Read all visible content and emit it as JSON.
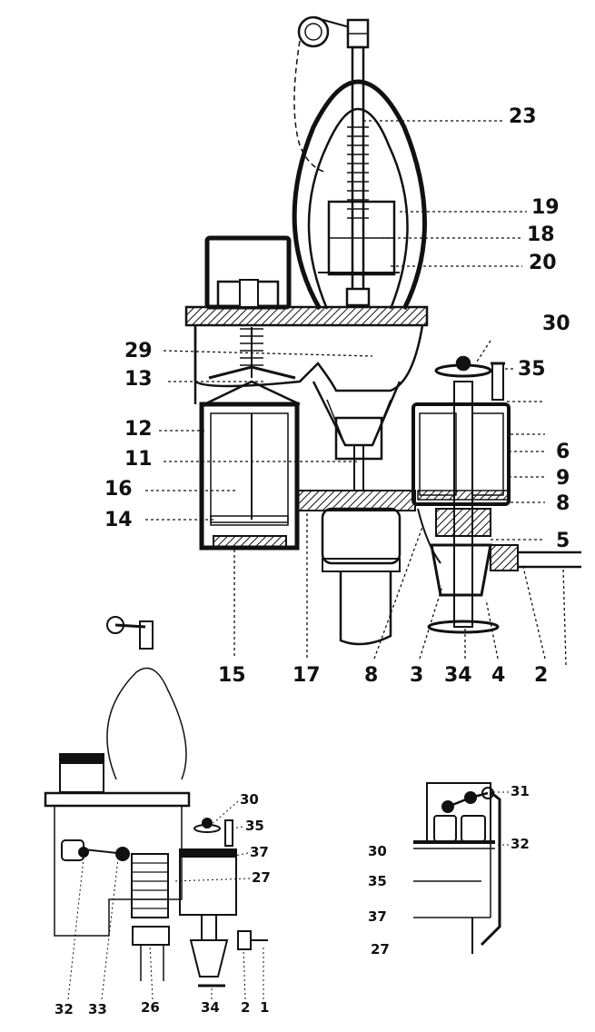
{
  "main_figure": {
    "labels": {
      "l23": "23",
      "l19": "19",
      "l18": "18",
      "l20": "20",
      "l30": "30",
      "l35": "35",
      "l29": "29",
      "l13": "13",
      "l12": "12",
      "l11": "11",
      "l16": "16",
      "l14": "14",
      "l6": "6",
      "l9": "9",
      "l8r": "8",
      "l5": "5",
      "l15": "15",
      "l17": "17",
      "l8b": "8",
      "l3": "3",
      "l34": "34",
      "l4": "4",
      "l2": "2"
    }
  },
  "side_view": {
    "labels": {
      "l30": "30",
      "l35": "35",
      "l37": "37",
      "l27": "27",
      "l32": "32",
      "l33": "33",
      "l26": "26",
      "l34": "34",
      "l2": "2",
      "l1": "1"
    }
  },
  "detail_view": {
    "labels": {
      "l31": "31",
      "l32": "32",
      "l30": "30",
      "l35": "35",
      "l37": "37",
      "l27": "27"
    }
  },
  "colors": {
    "ink": "#111111",
    "background": "#ffffff"
  }
}
